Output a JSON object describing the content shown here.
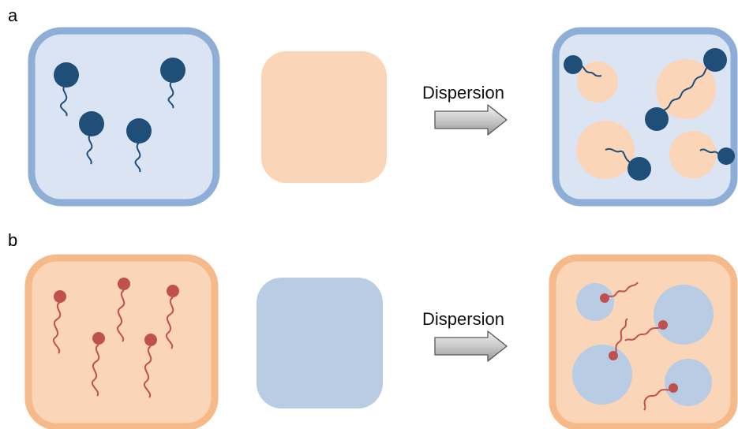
{
  "panels": [
    {
      "label": "a",
      "arrow_text": "Dispersion"
    },
    {
      "label": "b",
      "arrow_text": "Dispersion"
    }
  ],
  "colors": {
    "blue_border": "#8eaed8",
    "blue_fill": "#dbe4f3",
    "blue_block": "#b8cce4",
    "orange_border": "#f6b98a",
    "orange_fill": "#fbd5b7",
    "navy_head": "#1f4e79",
    "red_head": "#c0504d",
    "arrow_fill": "#bfbfbf",
    "arrow_stroke": "#595959"
  }
}
